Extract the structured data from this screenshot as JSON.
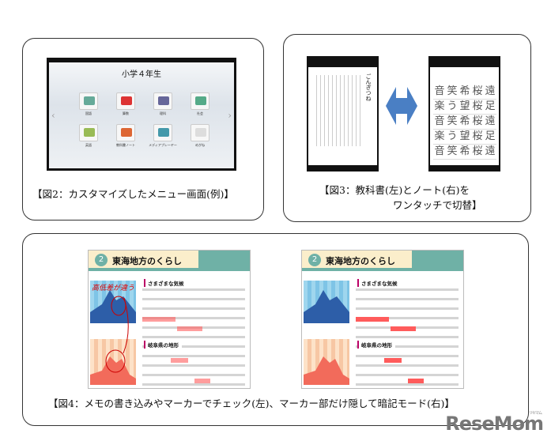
{
  "fig2": {
    "screen_title": "小学４年生",
    "icons": [
      "国語",
      "算数",
      "理科",
      "社会",
      "英語",
      "教科書ノート",
      "メディアプレーヤー",
      "めがね"
    ],
    "caption": "【図2：カスタマイズしたメニュー画面(例)】"
  },
  "fig3": {
    "textbook_title": "ごんぎつね",
    "kanji": [
      "音",
      "笑",
      "希",
      "桜",
      "遠",
      "楽",
      "う",
      "望",
      "桜",
      "足",
      "音",
      "笑",
      "希",
      "桜",
      "遠",
      "楽",
      "う",
      "望",
      "桜",
      "足",
      "音",
      "笑",
      "希",
      "桜",
      "遠"
    ],
    "caption_line1": "【図3：教科書(左)とノート(右)を",
    "caption_line2": "ワンタッチで切替】"
  },
  "fig4": {
    "page_number": "2",
    "page_title": "東海地方のくらし",
    "section1": "さまざまな気候",
    "section2": "岐阜県の地形",
    "handwritten_note": "高低差が違う",
    "caption": "【図4：メモの書き込みやマーカーでチェック(左)、マーカー部だけ隠して暗記モード(右)】"
  },
  "logo": {
    "text": "ReseMom",
    "ruby": "リセマム"
  },
  "colors": {
    "teal": "#6fb1a6",
    "marker": "#ff5b5b",
    "arrow": "#4a7fc4"
  }
}
